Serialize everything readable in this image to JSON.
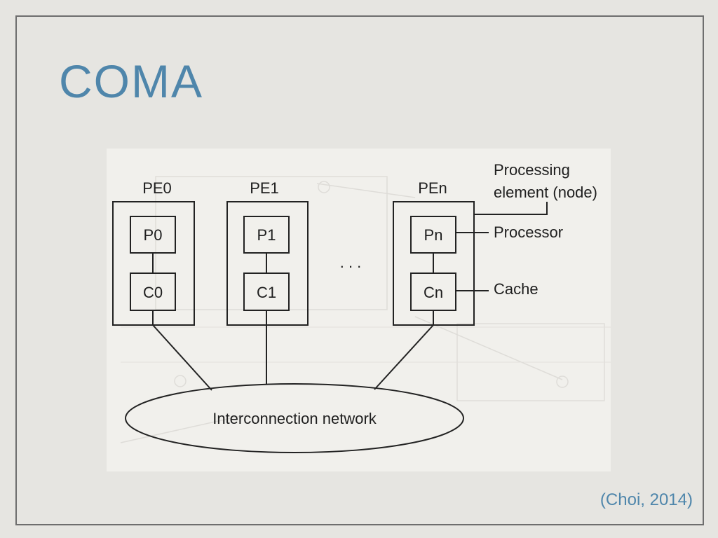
{
  "slide": {
    "title": "COMA",
    "citation": "(Choi, 2014)"
  },
  "diagram": {
    "elements": [
      {
        "label": "PE0",
        "processor": "P0",
        "cache": "C0"
      },
      {
        "label": "PE1",
        "processor": "P1",
        "cache": "C1"
      },
      {
        "label": "PEn",
        "processor": "Pn",
        "cache": "Cn"
      }
    ],
    "ellipsis": ". . .",
    "network_label": "Interconnection network",
    "annotations": {
      "pe_line1": "Processing",
      "pe_line2": "element (node)",
      "processor": "Processor",
      "cache": "Cache"
    }
  },
  "colors": {
    "title": "#4f86ab",
    "citation": "#4f86ab",
    "frame": "#6e6e6e",
    "background": "#e6e5e1"
  }
}
